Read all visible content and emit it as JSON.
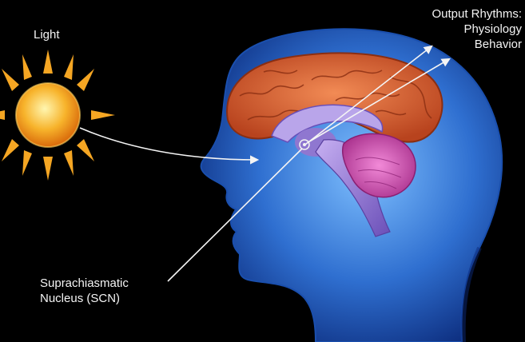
{
  "labels": {
    "light": "Light",
    "output_title": "Output Rhythms:",
    "outputs": [
      "Physiology",
      "Behavior"
    ],
    "scn_line1": "Suprachiasmatic",
    "scn_line2": "Nucleus (SCN)"
  },
  "colors": {
    "background": "#000000",
    "sun": "#f5a623",
    "head": "#3a7bd5",
    "cortex": "#d9663a",
    "cerebellum": "#d659b8",
    "brainstem": "#9a7fd6",
    "arrows": "#f4f4f4"
  },
  "icons": [
    "sun-icon",
    "head-icon",
    "brain-icon"
  ]
}
